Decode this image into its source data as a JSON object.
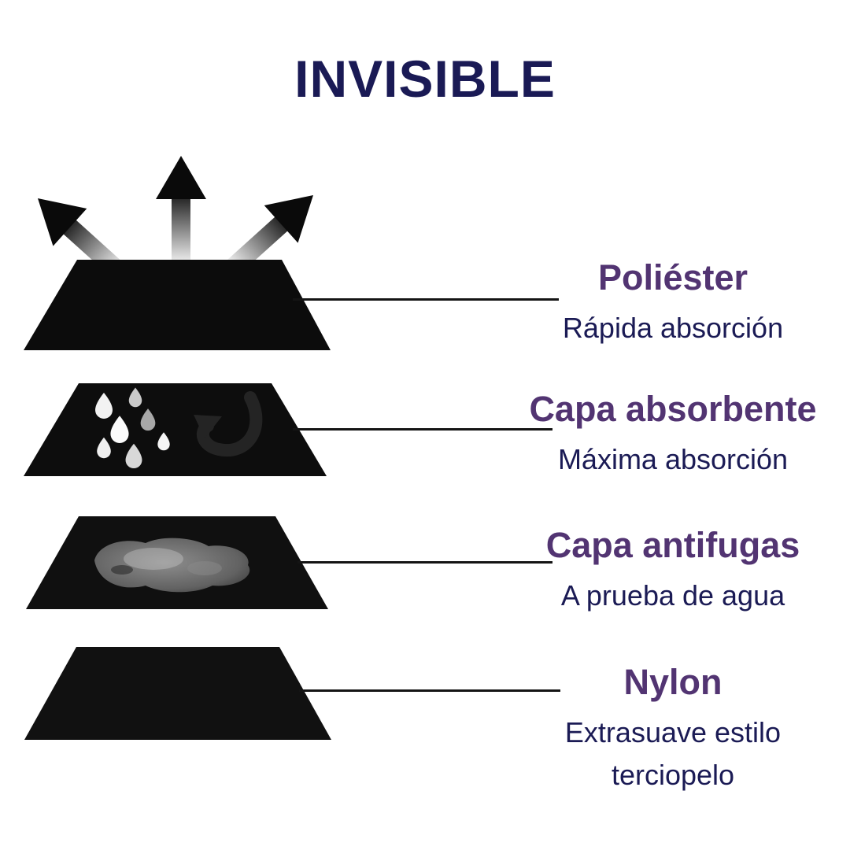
{
  "title": "INVISIBLE",
  "colors": {
    "title": "#1a1a55",
    "layer_name": "#523472",
    "layer_desc": "#1b1b55",
    "layer_fill": "#0d0d0d"
  },
  "layers": [
    {
      "name": "Poliéster",
      "desc": "Rápida absorción",
      "icon": "evaporation-arrows"
    },
    {
      "name": "Capa absorbente",
      "desc": "Máxima absorción",
      "icon": "water-droplets-absorb-arrow"
    },
    {
      "name": "Capa antifugas",
      "desc": "A prueba de agua",
      "icon": "liquid-stain"
    },
    {
      "name": "Nylon",
      "desc": "Extrasuave estilo terciopelo",
      "icon": ""
    }
  ]
}
